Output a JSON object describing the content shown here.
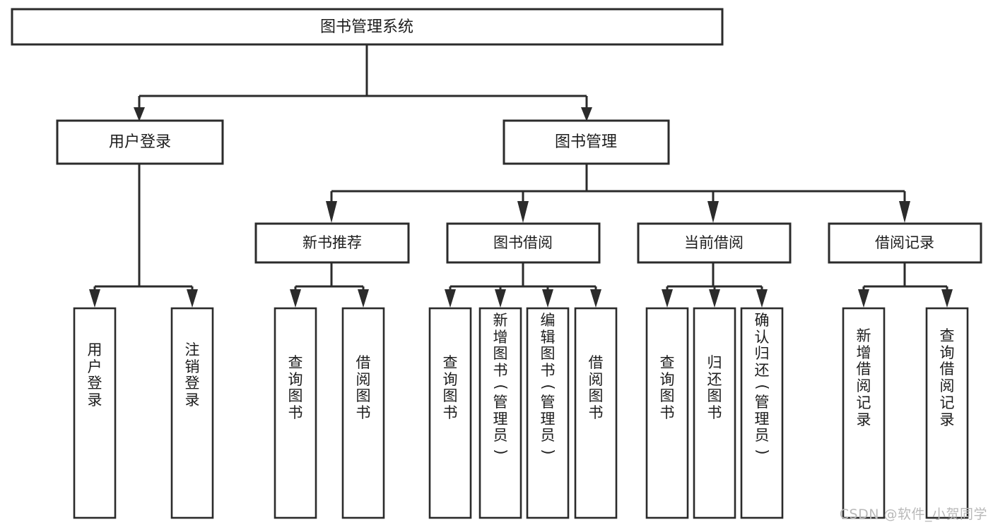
{
  "diagram": {
    "type": "tree-hierarchy",
    "title": "图书管理系统",
    "watermark": "CSDN @软件_小贺同学",
    "colors": {
      "background": "#ffffff",
      "stroke": "#2b2b2b",
      "text": "#1d1d1d",
      "watermark": "#b9b9b9"
    },
    "levels": {
      "root": {
        "label": "图书管理系统"
      },
      "level2": [
        {
          "id": "user-login",
          "label": "用户登录"
        },
        {
          "id": "book-management",
          "label": "图书管理"
        }
      ],
      "level3": [
        {
          "id": "new-book-recommend",
          "label": "新书推荐"
        },
        {
          "id": "book-borrow",
          "label": "图书借阅"
        },
        {
          "id": "current-borrow",
          "label": "当前借阅"
        },
        {
          "id": "borrow-record",
          "label": "借阅记录"
        }
      ],
      "leaves": {
        "user-login": [
          {
            "id": "leaf-user-login",
            "label": "用户登录",
            "chars": [
              "用",
              "户",
              "登",
              "录"
            ]
          },
          {
            "id": "leaf-logout-login",
            "label": "注销登录",
            "chars": [
              "注",
              "销",
              "登",
              "录"
            ]
          }
        ],
        "new-book-recommend": [
          {
            "id": "leaf-query-book-1",
            "label": "查询图书",
            "chars": [
              "查",
              "询",
              "图",
              "书"
            ]
          },
          {
            "id": "leaf-borrow-book-1",
            "label": "借阅图书",
            "chars": [
              "借",
              "阅",
              "图",
              "书"
            ]
          }
        ],
        "book-borrow": [
          {
            "id": "leaf-query-book-2",
            "label": "查询图书",
            "chars": [
              "查",
              "询",
              "图",
              "书"
            ]
          },
          {
            "id": "leaf-add-book",
            "label": "新增图书（管理员）",
            "chars": [
              "新",
              "增",
              "图",
              "书",
              "（",
              "管",
              "理",
              "员",
              "）"
            ]
          },
          {
            "id": "leaf-edit-book",
            "label": "编辑图书（管理员）",
            "chars": [
              "编",
              "辑",
              "图",
              "书",
              "（",
              "管",
              "理",
              "员",
              "）"
            ]
          },
          {
            "id": "leaf-borrow-book-2",
            "label": "借阅图书",
            "chars": [
              "借",
              "阅",
              "图",
              "书"
            ]
          }
        ],
        "current-borrow": [
          {
            "id": "leaf-query-book-3",
            "label": "查询图书",
            "chars": [
              "查",
              "询",
              "图",
              "书"
            ]
          },
          {
            "id": "leaf-return-book",
            "label": "归还图书",
            "chars": [
              "归",
              "还",
              "图",
              "书"
            ]
          },
          {
            "id": "leaf-confirm-return",
            "label": "确认归还（管理员）",
            "chars": [
              "确",
              "认",
              "归",
              "还",
              "（",
              "管",
              "理",
              "员",
              "）"
            ]
          }
        ],
        "borrow-record": [
          {
            "id": "leaf-add-record",
            "label": "新增借阅记录",
            "chars": [
              "新",
              "增",
              "借",
              "阅",
              "记",
              "录"
            ]
          },
          {
            "id": "leaf-query-record",
            "label": "查询借阅记录",
            "chars": [
              "查",
              "询",
              "借",
              "阅",
              "记",
              "录"
            ]
          }
        ]
      }
    }
  }
}
